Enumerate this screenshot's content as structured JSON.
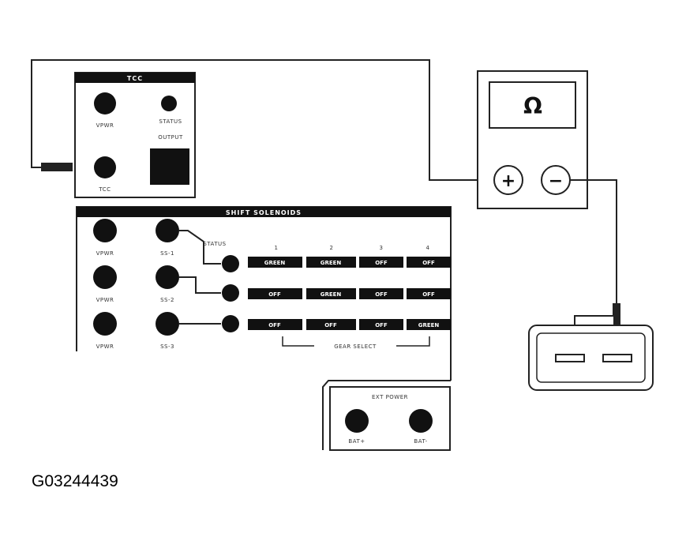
{
  "figure_code": "G03244439",
  "tcc_panel": {
    "title": "TCC",
    "labels": {
      "vpwr": "VPWR",
      "status": "STATUS",
      "output": "OUTPUT",
      "tcc": "TCC"
    }
  },
  "shift_panel": {
    "title": "SHIFT SOLENOIDS",
    "status_label": "STATUS",
    "columns": [
      "1",
      "2",
      "3",
      "4"
    ],
    "rows": [
      {
        "vpwr": "VPWR",
        "solenoid": "SS-1",
        "cells": [
          "GREEN",
          "GREEN",
          "OFF",
          "OFF"
        ]
      },
      {
        "vpwr": "VPWR",
        "solenoid": "SS-2",
        "cells": [
          "OFF",
          "GREEN",
          "OFF",
          "OFF"
        ]
      },
      {
        "vpwr": "VPWR",
        "solenoid": "SS-3",
        "cells": [
          "OFF",
          "OFF",
          "OFF",
          "GREEN"
        ]
      }
    ],
    "gear_select": "GEAR SELECT"
  },
  "ext_power": {
    "title": "EXT POWER",
    "labels": [
      "BAT+",
      "BAT-"
    ]
  },
  "meter": {
    "symbol": "Ω",
    "plus": "+",
    "minus": "−"
  }
}
